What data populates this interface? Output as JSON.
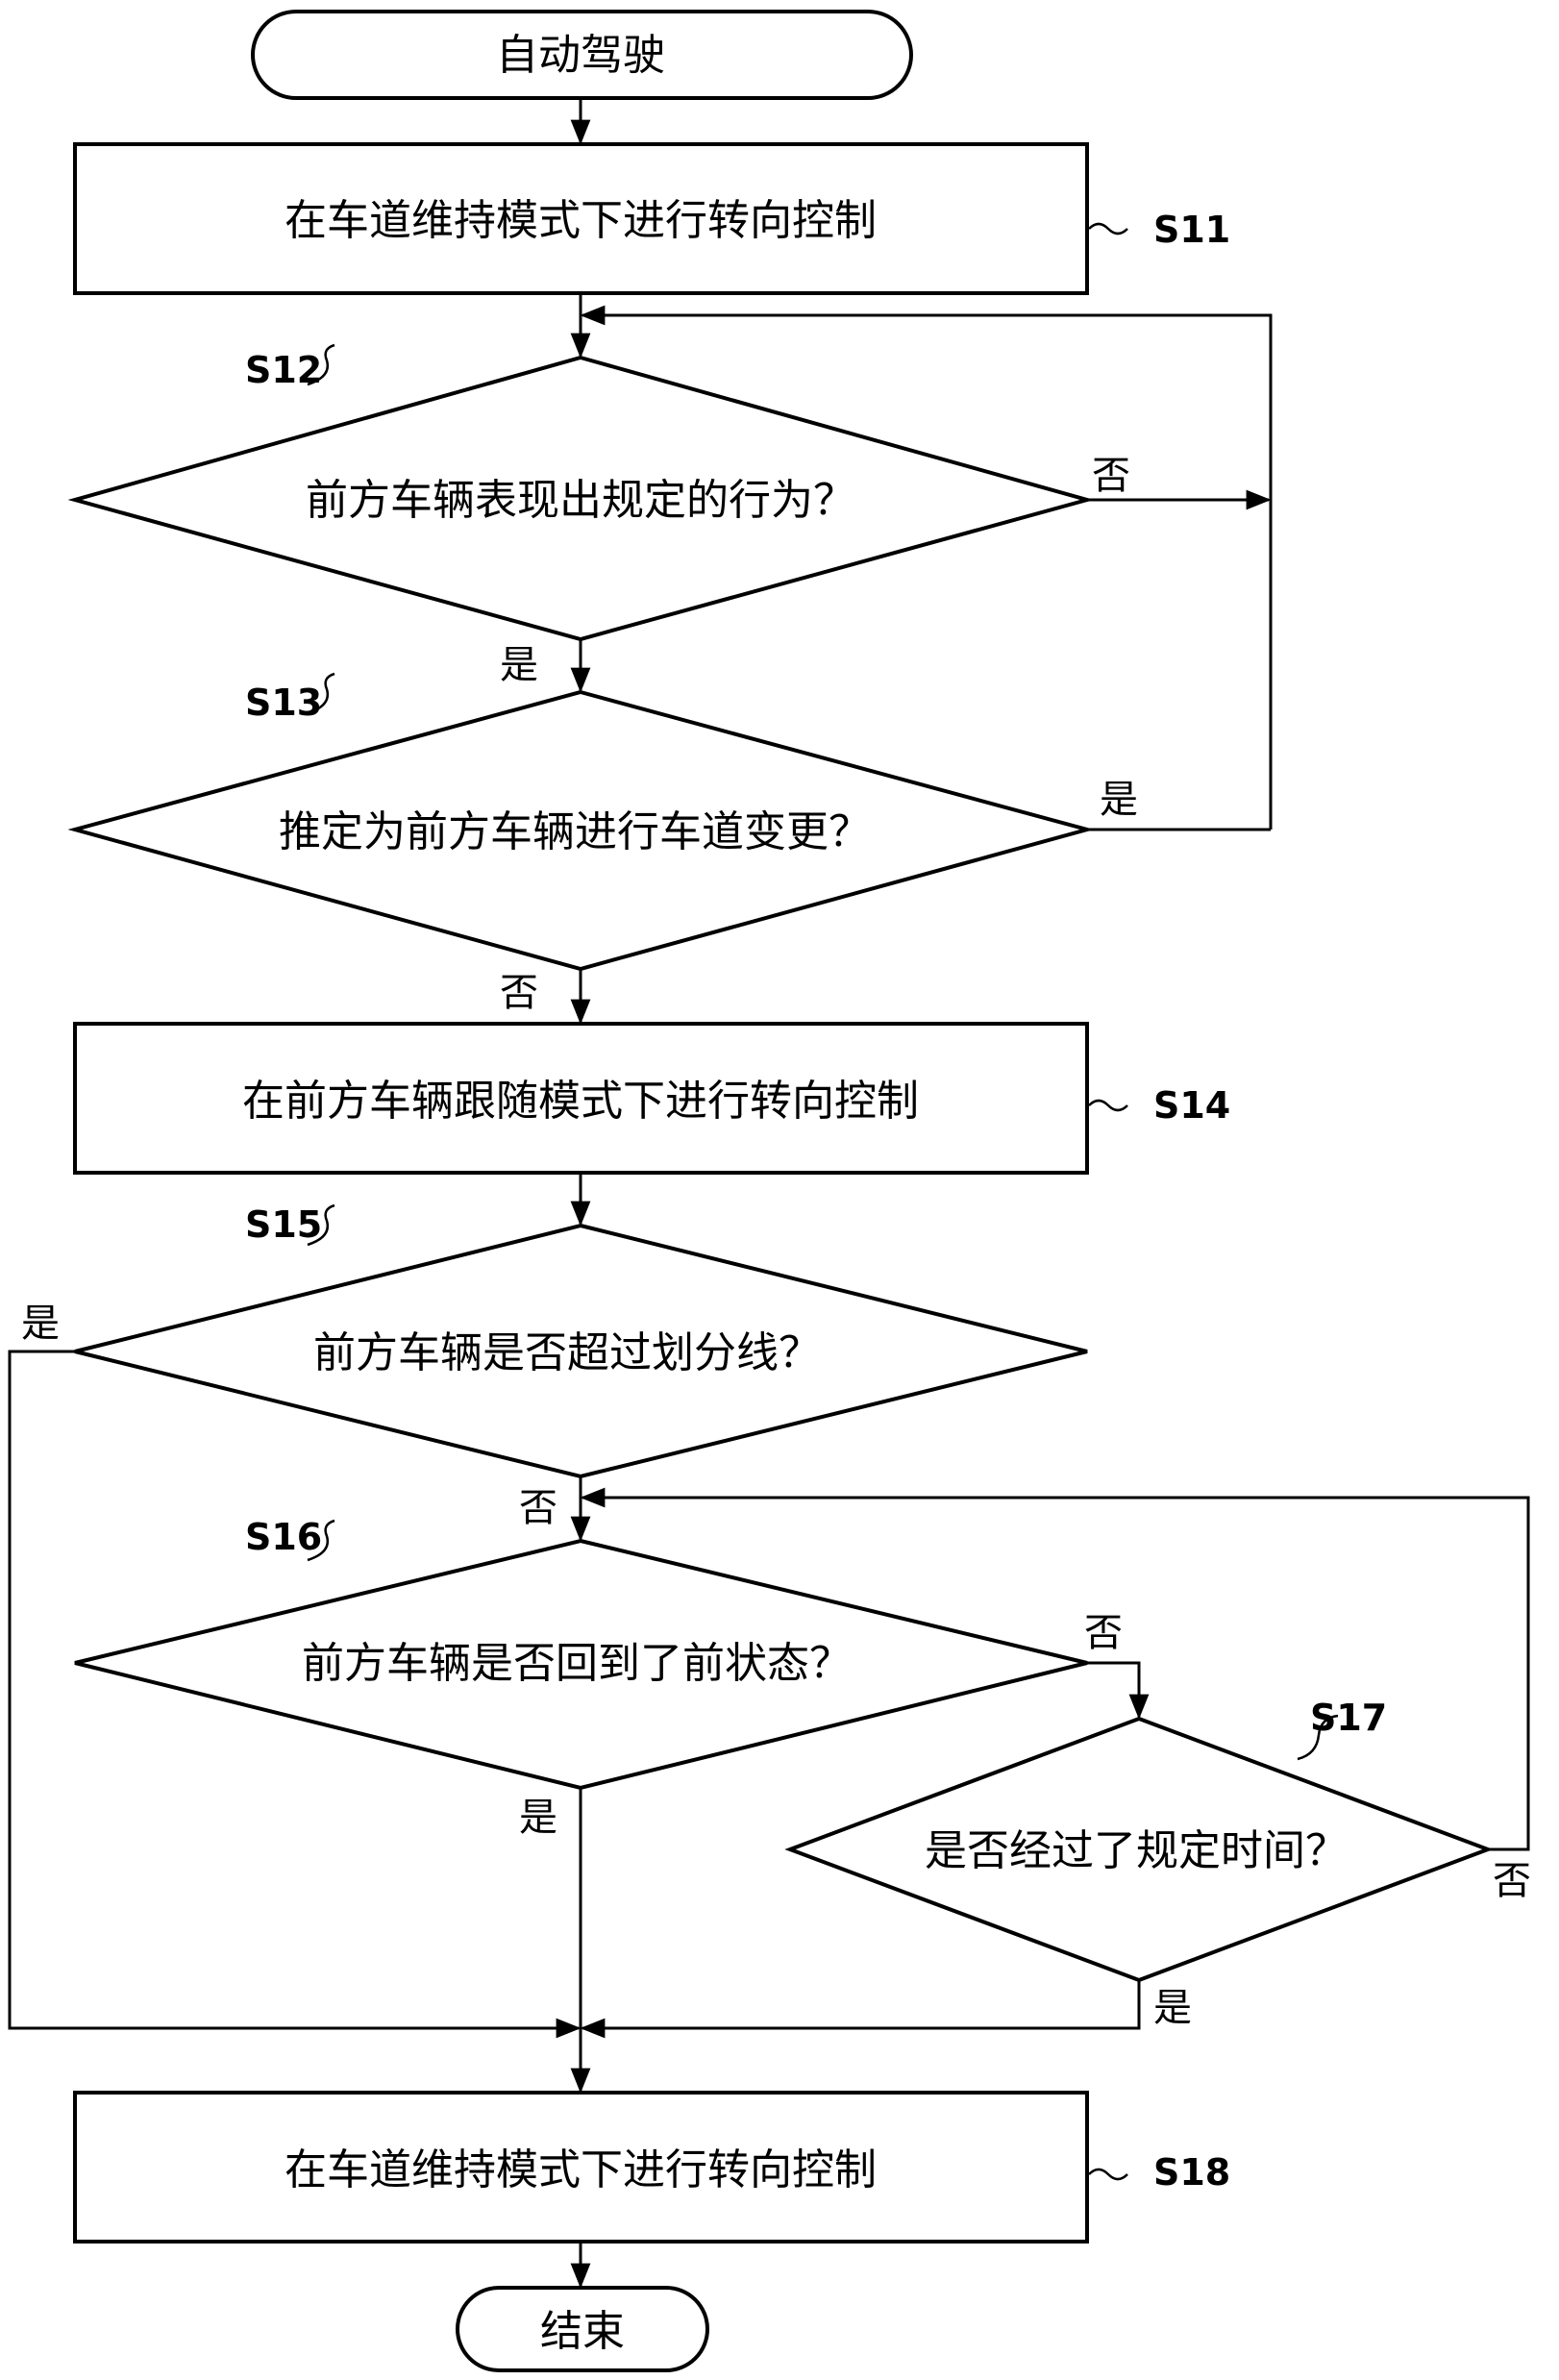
{
  "nodes": {
    "start": "自动驾驶",
    "s11": "在车道维持模式下进行转向控制",
    "s12": "前方车辆表现出规定的行为？",
    "s13": "推定为前方车辆进行车道变更？",
    "s14": "在前方车辆跟随模式下进行转向控制",
    "s15": "前方车辆是否超过划分线？",
    "s16": "前方车辆是否回到了前状态？",
    "s17": "是否经过了规定时间？",
    "s18": "在车道维持模式下进行转向控制",
    "end": "结束"
  },
  "steps": {
    "s11": "S11",
    "s12": "S12",
    "s13": "S13",
    "s14": "S14",
    "s15": "S15",
    "s16": "S16",
    "s17": "S17",
    "s18": "S18"
  },
  "branches": {
    "s12_no": "否",
    "s12_yes": "是",
    "s13_yes": "是",
    "s13_no": "否",
    "s15_yes": "是",
    "s15_no": "否",
    "s16_no": "否",
    "s16_yes": "是",
    "s17_no": "否",
    "s17_yes": "是"
  }
}
